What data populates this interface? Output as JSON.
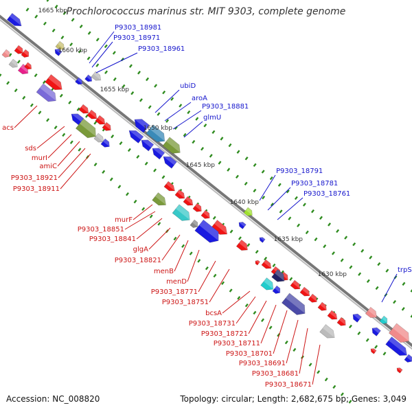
{
  "title": "Prochlorococcus marinus str. MIT 9303, complete genome",
  "footer": {
    "accession": "Accession: NC_008820",
    "summary": "Topology: circular; Length: 2,682,675 bp; Genes: 3,049"
  },
  "colors": {
    "backbone": "#777777",
    "tick": "#2e8b1e",
    "forward_label": "#1414cc",
    "reverse_label": "#cc1414",
    "forward_gene": "#1a1ae0",
    "reverse_gene": "#f01414"
  },
  "scale_labels": [
    "1665 kbp",
    "1660 kbp",
    "1655 kbp",
    "1650 kbp",
    "1645 kbp",
    "1640 kbp",
    "1635 kbp",
    "1630 kbp"
  ],
  "forward_labels": [
    "P9303_18981",
    "P9303_18971",
    "P9303_18961",
    "ubiD",
    "aroA",
    "P9303_18881",
    "glmU",
    "P9303_18791",
    "P9303_18781",
    "P9303_18761",
    "trpS"
  ],
  "reverse_labels": [
    "acs",
    "sds",
    "murI",
    "amiC",
    "P9303_18921",
    "P9303_18911",
    "murF",
    "P9303_18851",
    "P9303_18841",
    "glgA",
    "P9303_18821",
    "menB",
    "menD",
    "P9303_18771",
    "P9303_18751",
    "bcsA",
    "P9303_18731",
    "P9303_18721",
    "P9303_18711",
    "P9303_18701",
    "P9303_18691",
    "P9303_18681",
    "P9303_18671"
  ]
}
